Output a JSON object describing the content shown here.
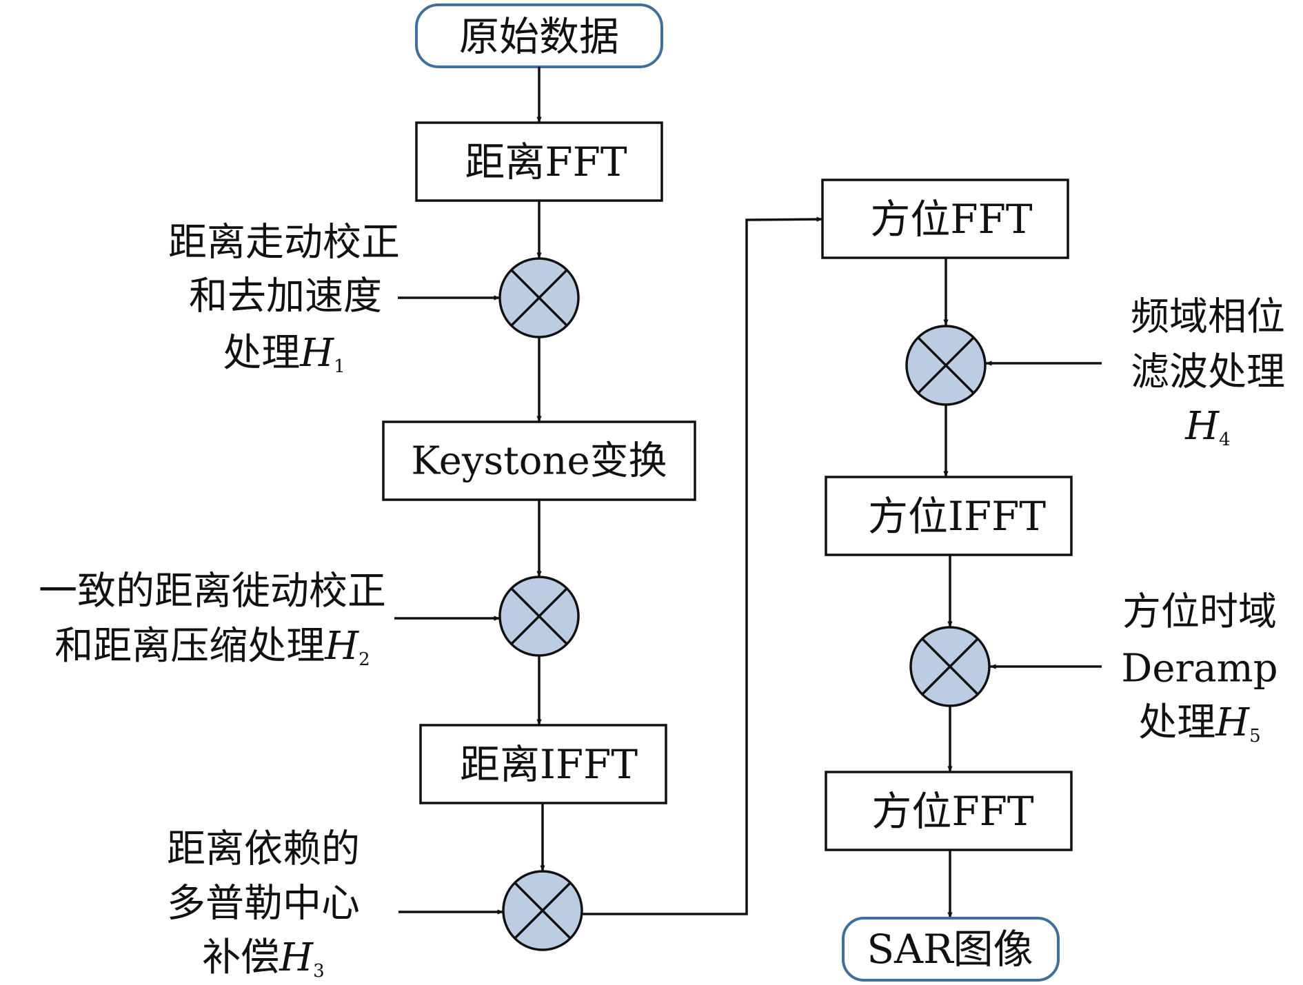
{
  "colors": {
    "mixer_fill": "#bccde3",
    "terminal_border": "#3f6f9c",
    "line": "#111111"
  },
  "nodes": {
    "start": "原始数据",
    "range_fft": "距离FFT",
    "keystone": "Keystone变换",
    "range_ifft": "距离IFFT",
    "azimuth_fft_1": "方位FFT",
    "azimuth_ifft": "方位IFFT",
    "azimuth_fft_2": "方位FFT",
    "end": "SAR图像"
  },
  "inputs": {
    "h1": {
      "lines": [
        "距离走动校正",
        "和去加速度",
        "处理"
      ],
      "symbol": "H",
      "sub": "1"
    },
    "h2": {
      "lines": [
        "一致的距离徙动校正",
        "和距离压缩处理"
      ],
      "symbol": "H",
      "sub": "2"
    },
    "h3": {
      "lines": [
        "距离依赖的",
        "多普勒中心",
        "补偿"
      ],
      "symbol": "H",
      "sub": "3"
    },
    "h4": {
      "lines": [
        "频域相位",
        "滤波处理"
      ],
      "symbol": "H",
      "sub": "4"
    },
    "h5": {
      "lines": [
        "方位时域",
        "Deramp",
        "处理"
      ],
      "symbol": "H",
      "sub": "5"
    }
  },
  "icons": {
    "mixer": "multiply-circle-icon"
  }
}
